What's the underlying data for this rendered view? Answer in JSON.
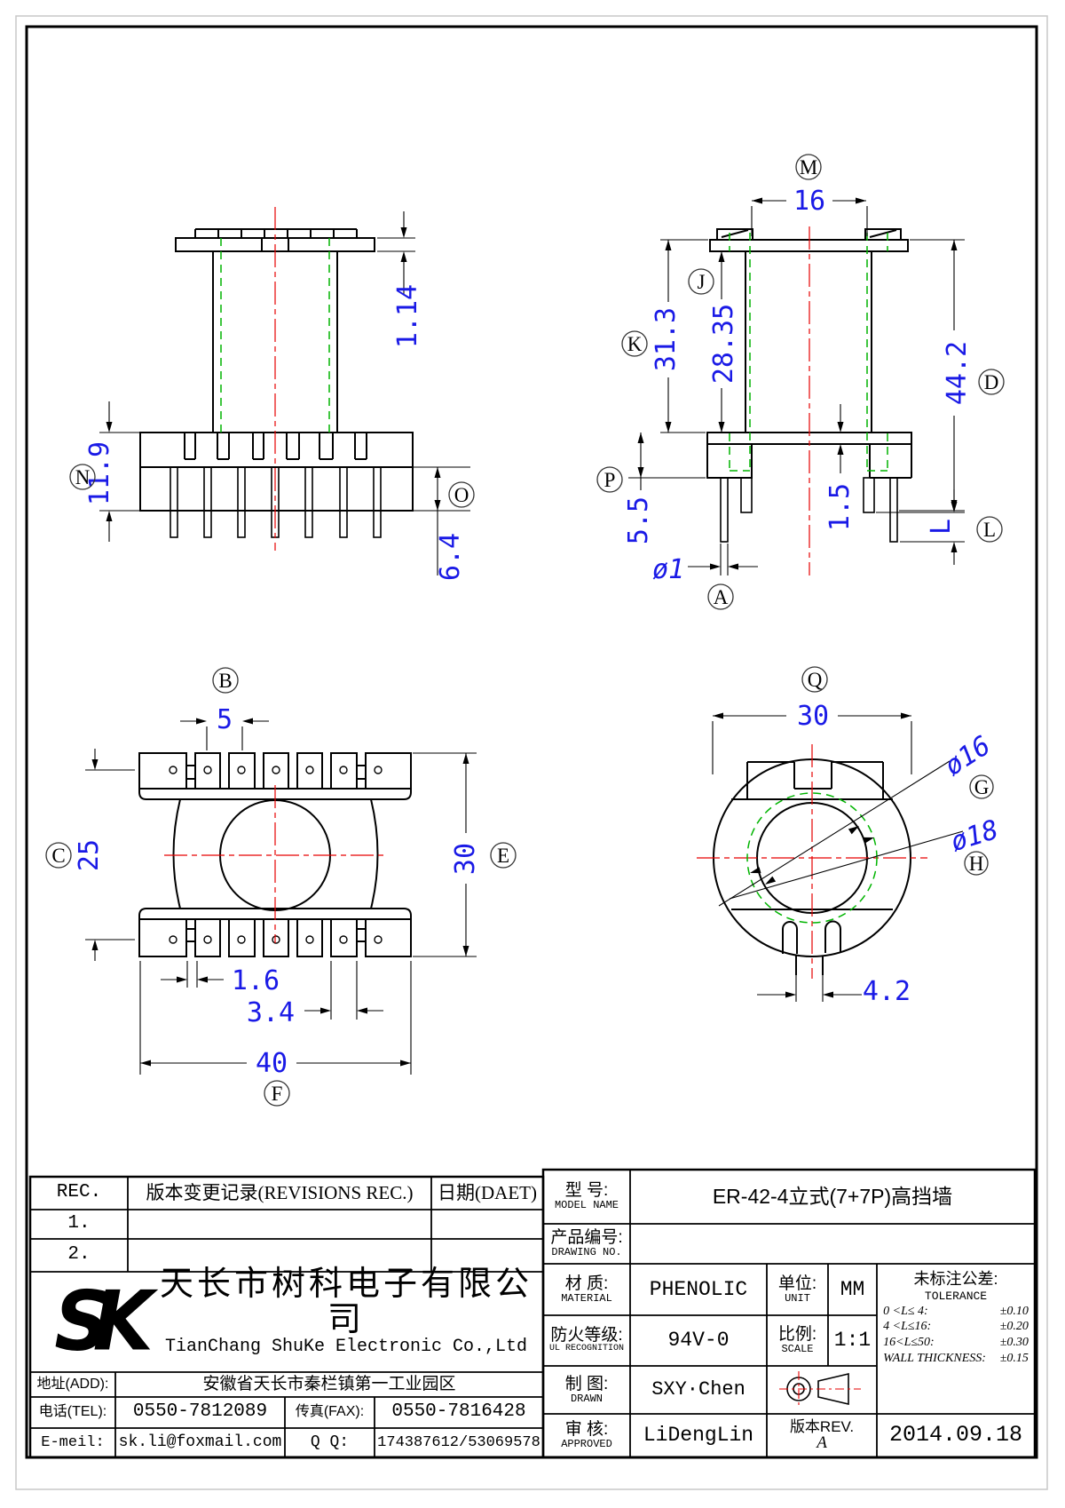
{
  "side": {
    "label_n": "N",
    "label_o": "O",
    "dim_flange": "1.14",
    "dim_base": "11.9",
    "dim_pin": "6.4"
  },
  "front": {
    "label_m": "M",
    "label_j": "J",
    "label_k": "K",
    "label_d": "D",
    "label_p": "P",
    "label_a": "A",
    "label_l": "L",
    "dim_window": "16",
    "dim_k": "31.3",
    "dim_j": "28.35",
    "dim_total": "44.2",
    "dim_p": "5.5",
    "dim_plate": "1.5",
    "dim_pin_dia": "ø1",
    "dim_l": "L"
  },
  "top": {
    "label_b": "B",
    "label_c": "C",
    "label_e": "E",
    "label_f": "F",
    "dim_b": "5",
    "dim_c": "25",
    "dim_e": "30",
    "dim_gap": "1.6",
    "dim_pitch": "3.4",
    "dim_f": "40"
  },
  "round": {
    "label_q": "Q",
    "label_g": "G",
    "label_h": "H",
    "dim_q": "30",
    "dim_g": "ø16",
    "dim_h": "ø18",
    "dim_slot": "4.2"
  },
  "revision_table": {
    "headers": [
      "REC.",
      "版本变更记录(REVISIONS REC.)",
      "日期(DAET)"
    ],
    "rows": [
      "1.",
      "2."
    ]
  },
  "company": {
    "logo": "SK",
    "name_cn": "天长市树科电子有限公司",
    "name_en": "TianChang ShuKe Electronic Co.,Ltd",
    "address_label": "地址(ADD):",
    "address": "安徽省天长市秦栏镇第一工业园区",
    "tel_label": "电话(TEL):",
    "tel": "0550-7812089",
    "fax_label": "传真(FAX):",
    "fax": "0550-7816428",
    "email_label": "E-meil:",
    "email": "sk.li@foxmail.com",
    "qq_label": "Q Q:",
    "qq": "174387612/53069578"
  },
  "title_block": {
    "model_label_cn": "型    号:",
    "model_label_en": "MODEL NAME",
    "model": "ER-42-4立式(7+7P)高挡墙",
    "drawing_label_cn": "产品编号:",
    "drawing_label_en": "DRAWING NO.",
    "drawing_no": "",
    "material_label_cn": "材    质:",
    "material_label_en": "MATERIAL",
    "material": "PHENOLIC",
    "unit_label_cn": "单位:",
    "unit_label_en": "UNIT",
    "unit": "MM",
    "fire_label_cn": "防火等级:",
    "fire_label_en": "UL RECOGNITION",
    "fire": "94V-0",
    "scale_label_cn": "比例:",
    "scale_label_en": "SCALE",
    "scale": "1:1",
    "drawn_label_cn": "制    图:",
    "drawn_label_en": "DRAWN",
    "drawn": "SXY·Chen",
    "approved_label_cn": "审    核:",
    "approved_label_en": "APPROVED",
    "approved": "LiDengLin",
    "rev_label": "版本REV.",
    "rev": "A",
    "date": "2014.09.18",
    "tolerance_title_cn": "未标注公差:",
    "tolerance_title_en": "TOLERANCE",
    "tolerance_rows": [
      {
        "range": "0 <L≤ 4:",
        "value": "±0.10"
      },
      {
        "range": "4 <L≤16:",
        "value": "±0.20"
      },
      {
        "range": "16<L≤50:",
        "value": "±0.30"
      },
      {
        "range": "WALL THICKNESS:",
        "value": "±0.15"
      }
    ]
  }
}
